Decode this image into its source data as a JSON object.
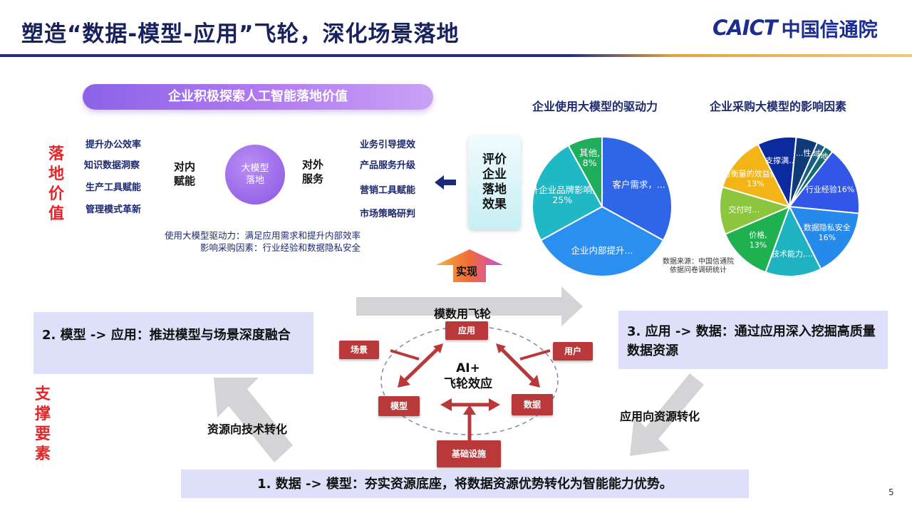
{
  "header": {
    "title": "塑造“数据-模型-应用”飞轮，深化场景落地",
    "logo_en": "CAICT",
    "logo_cn": "中国信通院"
  },
  "value_section": {
    "pill": "企业积极探索人工智能落地价值",
    "side_label": [
      "落",
      "地",
      "价",
      "值"
    ],
    "left_items": [
      "提升办公效率",
      "知识数据洞察",
      "生产工具赋能",
      "管理模式革新"
    ],
    "inner_label": [
      "对内",
      "赋能"
    ],
    "center": [
      "大模型",
      "落地"
    ],
    "outer_label": [
      "对外",
      "服务"
    ],
    "right_items": [
      "业务引导提效",
      "产品服务升级",
      "营销工具赋能",
      "市场策略研判"
    ],
    "note_line1": "使用大模型驱动力：满足应用需求和提升内部效率",
    "note_line2": "影响采购因素：行业经验和数据隐私安全",
    "eval": [
      "评价",
      "企业",
      "落地",
      "效果"
    ],
    "realize": "实现"
  },
  "charts": {
    "source_line1": "数据来源：中国信通院",
    "source_line2": "依据问卷调研统计"
  },
  "chart_data": [
    {
      "type": "pie",
      "title": "企业使用大模型的驱动力",
      "slices": [
        {
          "label": "客户需求，...",
          "value": 33,
          "color": "#2f66e8"
        },
        {
          "label": "企业内部提升...",
          "value": 34,
          "color": "#2b8ff0"
        },
        {
          "label": "提升企业品牌影响力, 25%",
          "value": 25,
          "color": "#1fb8c4"
        },
        {
          "label": "其他, 8%",
          "value": 8,
          "color": "#1fae5c"
        }
      ]
    },
    {
      "type": "pie",
      "title": "企业采购大模型的影响因素",
      "slices": [
        {
          "label": "行业经验16%",
          "value": 16,
          "color": "#3257e8"
        },
        {
          "label": "数据隐私安全 16%",
          "value": 16,
          "color": "#2689ec"
        },
        {
          "label": "技术能力,...",
          "value": 13,
          "color": "#1fb2c0"
        },
        {
          "label": "价格, 13%",
          "value": 13,
          "color": "#1fb050"
        },
        {
          "label": "交付时...",
          "value": 11,
          "color": "#8cc63f"
        },
        {
          "label": "可衡量的效益价值, 13%",
          "value": 13,
          "color": "#f2b417"
        },
        {
          "label": "支撑满...",
          "value": 9,
          "color": "#0b2a9e"
        },
        {
          "label": "...性",
          "value": 5,
          "color": "#0f3a7a"
        },
        {
          "label": "域",
          "value": 2,
          "color": "#1a5d85"
        },
        {
          "label": "地",
          "value": 2,
          "color": "#126e6e"
        }
      ]
    }
  ],
  "flywheel": {
    "top_arrow_label": "模数用飞轮",
    "center": [
      "AI+",
      "飞轮效应"
    ],
    "nodes": {
      "app": "应用",
      "scene": "场景",
      "user": "用户",
      "model": "模型",
      "data": "数据",
      "infra": "基础设施"
    },
    "step2": "2. 模型 -> 应用：推进模型与场景深度融合",
    "step3": "3. 应用 -> 数据：通过应用深入挖掘高质量数据资源",
    "step1": "1. 数据 -> 模型：夯实资源底座，将数据资源优势转化为智能能力优势。",
    "left_flow": "资源向技术转化",
    "right_flow": "应用向资源转化",
    "support_label": [
      "支",
      "撑",
      "要",
      "素"
    ]
  },
  "page_number": "5"
}
